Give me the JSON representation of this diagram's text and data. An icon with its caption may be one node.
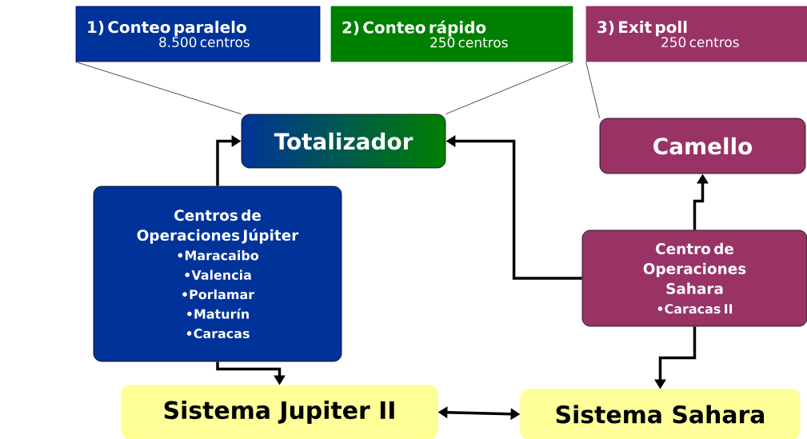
{
  "diagram": {
    "nodes": [
      {
        "text": [
          "1) Conteo paralelo",
          "8.500 centros"
        ]
      },
      {
        "text": [
          "2) Conteo rápido",
          "250 centros"
        ]
      },
      {
        "text": [
          "3) Exit poll",
          "250 centros"
        ]
      },
      {
        "text": [
          "Totalizador"
        ]
      },
      {
        "text": [
          "Camello"
        ]
      },
      {
        "text": [
          "Centros de Operaciones Júpiter",
          "•Maracaibo",
          "•Valencia",
          "•Porlamar",
          "•Maturín",
          "•Caracas"
        ]
      },
      {
        "text": [
          "Centro de Operaciones Sahara",
          "•Caracas II"
        ]
      },
      {
        "text": [
          "Sistema Jupiter II"
        ]
      },
      {
        "text": [
          "Sistema Sahara"
        ]
      }
    ],
    "edges": [
      {
        "from": 0,
        "to": 3,
        "arrow": "none"
      },
      {
        "from": 1,
        "to": 3,
        "arrow": "none"
      },
      {
        "from": 2,
        "to": 4,
        "arrow": "none"
      },
      {
        "from": 5,
        "to": 3,
        "arrow": "to"
      },
      {
        "from": 6,
        "to": 3,
        "arrow": "to"
      },
      {
        "from": 6,
        "to": 4,
        "arrow": "to"
      },
      {
        "from": 5,
        "to": 7,
        "arrow": "to"
      },
      {
        "from": 6,
        "to": 8,
        "arrow": "to"
      },
      {
        "from": 7,
        "to": 8,
        "arrow": "both"
      }
    ]
  }
}
